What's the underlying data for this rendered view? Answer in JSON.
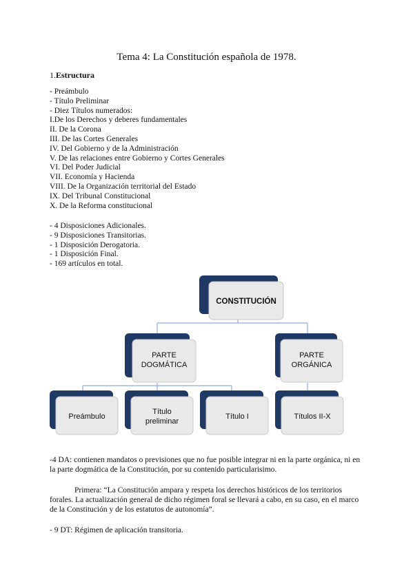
{
  "document": {
    "title": "Tema 4: La Constitución española de 1978.",
    "section_number": "1.",
    "section_title": "Estructura",
    "structure_list": [
      "- Preámbulo",
      "- Título Preliminar",
      "- Diez Títulos numerados:",
      "I.De los Derechos y deberes fundamentales",
      "II. De la Corona",
      "III. De las Cortes Generales",
      "IV. Del Gobierno y de la Administración",
      "V. De las relaciones entre Gobierno y Cortes Generales",
      "VI. Del Poder Judicial",
      "VII. Economía y Hacienda",
      "VIII. De la Organización territorial del Estado",
      "IX. Del Tribunal Constitucional",
      "X. De la Reforma constitucional"
    ],
    "dispositions_list": [
      "- 4 Disposiciones Adicionales.",
      "- 9 Disposiciones Transitorias.",
      "- 1 Disposición Derogatoria.",
      "- 1 Disposición Final.",
      "- 169 artículos en total."
    ],
    "diagram": {
      "root": "CONSTITUCIÓN",
      "left_branch": [
        "PARTE",
        "DOGMÁTICA"
      ],
      "right_branch": [
        "PARTE",
        "ORGÁNICA"
      ],
      "leaf_preambulo": "Preámbulo",
      "leaf_titulo_preliminar": [
        "Título",
        "preliminar"
      ],
      "leaf_titulo_i": "Título I",
      "leaf_titulos_ii_x": "Títulos II-X",
      "box_fill": "#e9e9e9",
      "box_shadow": "#1f3864",
      "connector_color": "#8faadc"
    },
    "paragraph_da": "-4 DA: contienen mandatos o previsiones que no fue posible integrar ni en la parte orgánica, ni en la parte dogmática de la Constitución, por su contenido particularisimo.",
    "paragraph_primera": "Primera: “La Constitución ampara y respeta los derechos históricos de los territorios forales. La actualización general de dicho régimen foral se llevará a cabo, en su caso, en el marco de la Constitución y de los estatutos de autonomía”.",
    "paragraph_dt": "- 9 DT: Régimen de aplicación transitoria."
  }
}
